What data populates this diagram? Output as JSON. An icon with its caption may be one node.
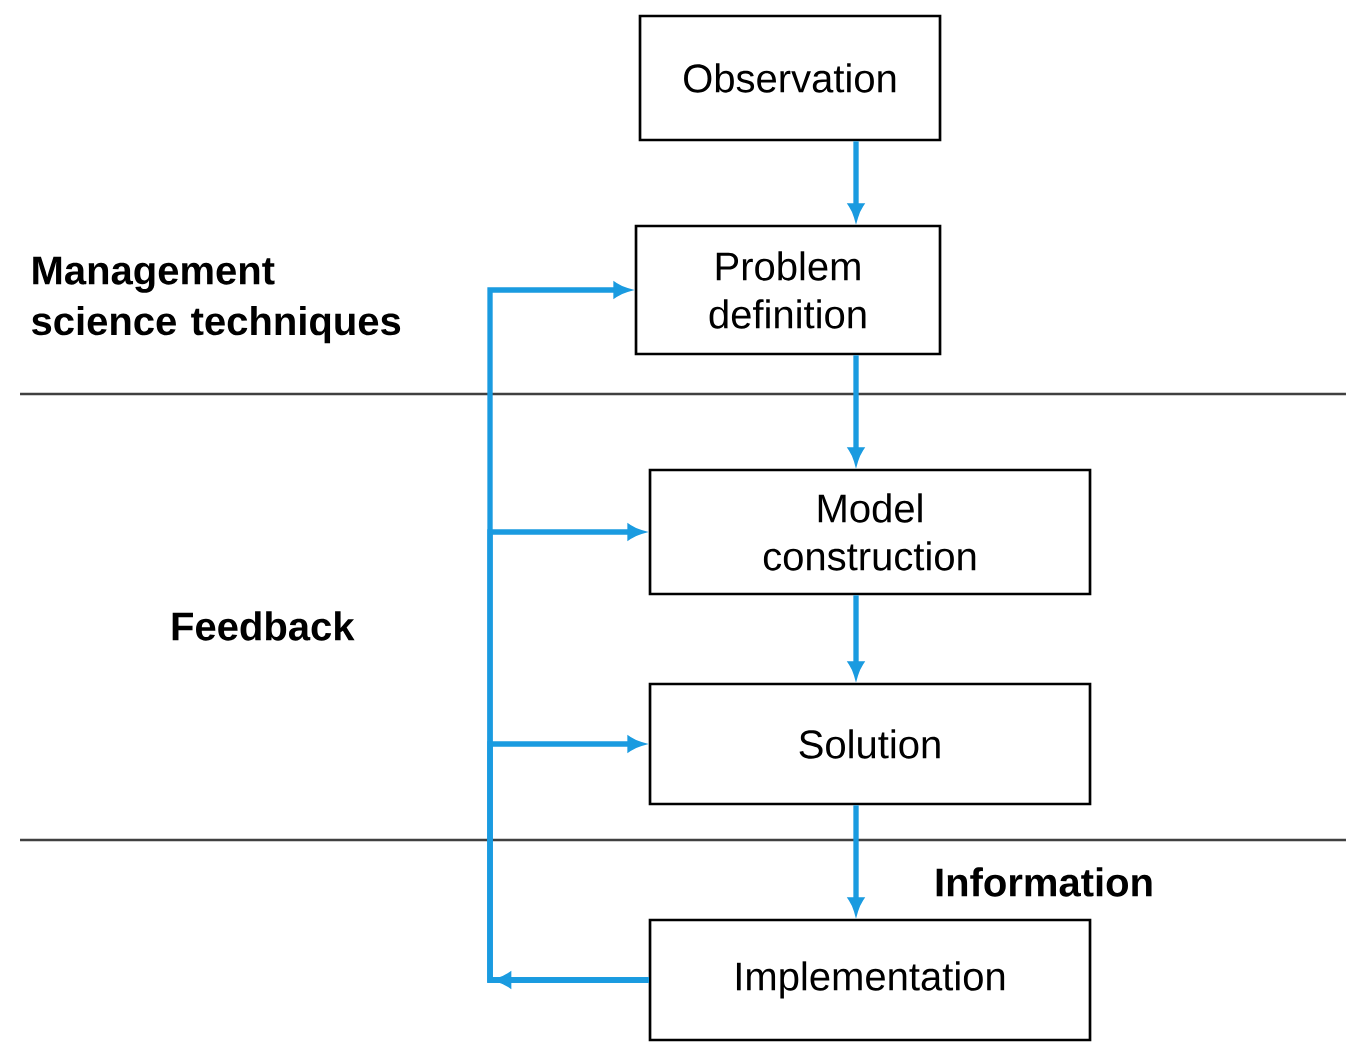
{
  "diagram": {
    "nodes": [
      {
        "text": [
          "Observation"
        ]
      },
      {
        "text": [
          "Problem definition"
        ]
      },
      {
        "text": [
          "Model construction"
        ]
      },
      {
        "text": [
          "Solution"
        ]
      },
      {
        "text": [
          "Implementation"
        ]
      }
    ],
    "edges": [
      {
        "from": 0,
        "to": 1,
        "arrow": "to"
      },
      {
        "from": 1,
        "to": 2,
        "arrow": "to"
      },
      {
        "from": 2,
        "to": 3,
        "arrow": "to"
      },
      {
        "from": 3,
        "to": 4,
        "arrow": "to"
      },
      {
        "from": 4,
        "to": 1,
        "arrow": "to"
      },
      {
        "from": 4,
        "to": 2,
        "arrow": "to"
      },
      {
        "from": 4,
        "to": 3,
        "arrow": "to"
      }
    ],
    "labels": [
      "Management science techniques",
      "Feedback",
      "Information"
    ]
  }
}
